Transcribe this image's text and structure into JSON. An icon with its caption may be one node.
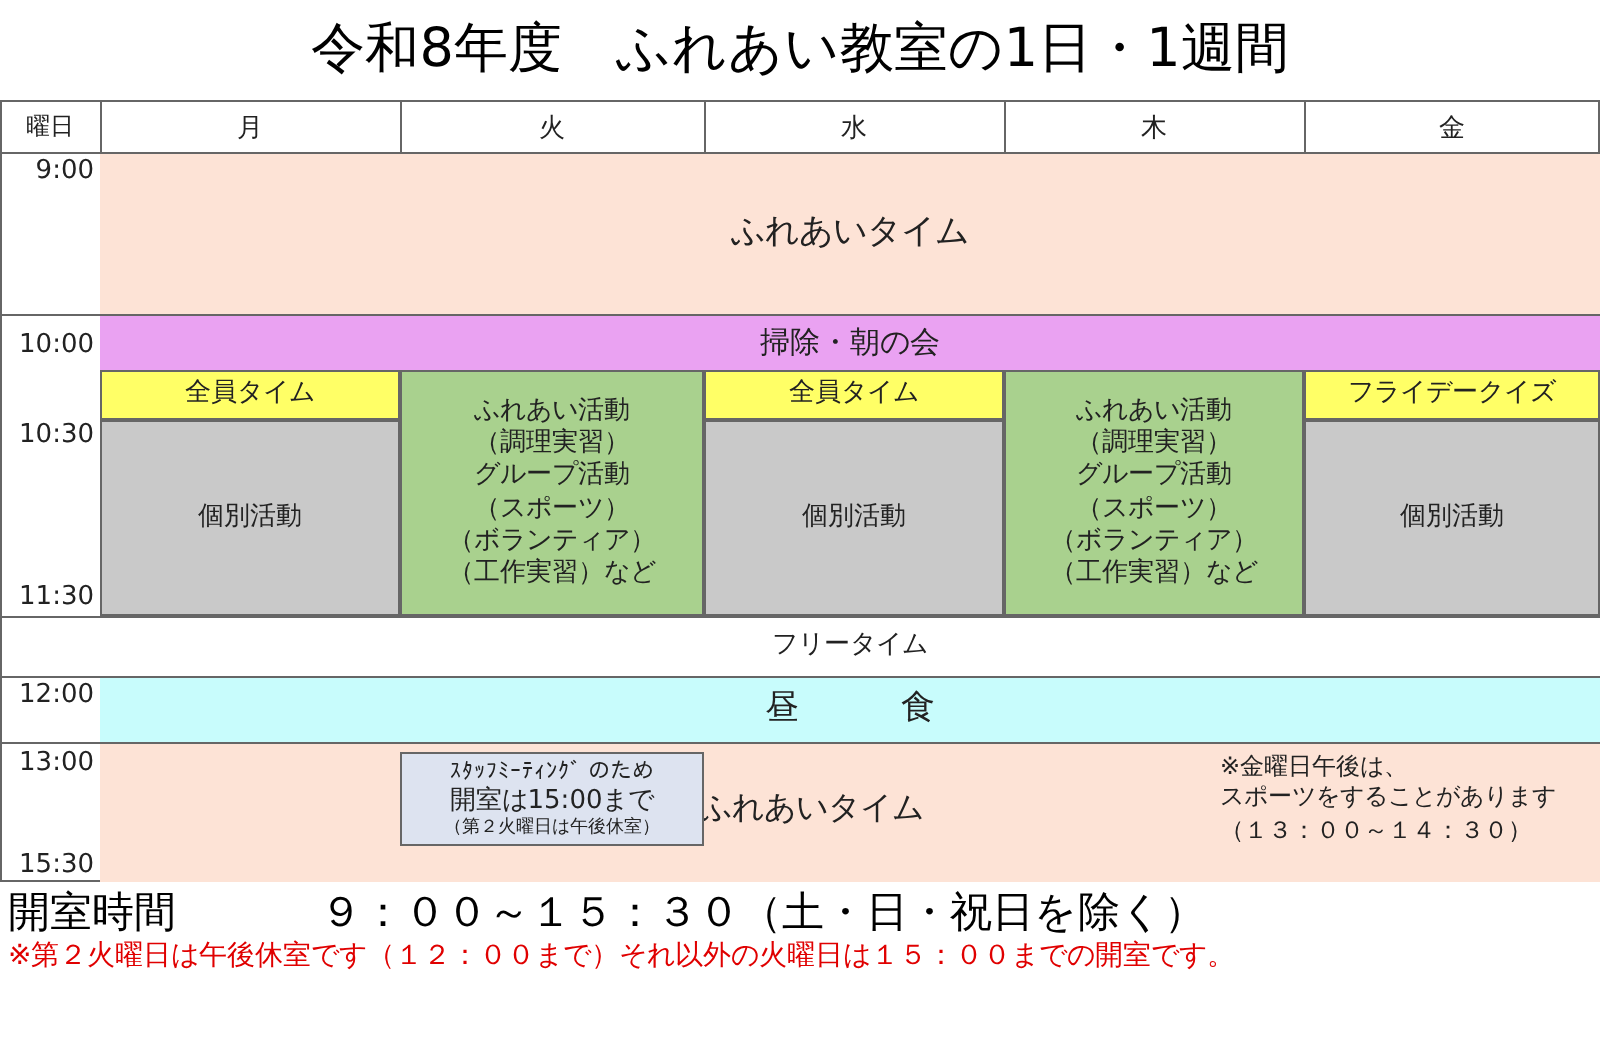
{
  "diagram": {
    "title": "令和8年度　ふれあい教室の1日・1週間",
    "nodes": [
      {
        "text": [
          "ふれあいタイム"
        ]
      },
      {
        "text": [
          "掃除・朝の会"
        ]
      },
      {
        "text": [
          "全員タイム"
        ]
      },
      {
        "text": [
          "個別活動"
        ]
      },
      {
        "text": [
          "ふれあい活動",
          "（調理実習）",
          "グループ活動",
          "（スポーツ）",
          "（ボランティア）",
          "（工作実習）など"
        ]
      },
      {
        "text": [
          "全員タイム"
        ]
      },
      {
        "text": [
          "個別活動"
        ]
      },
      {
        "text": [
          "ふれあい活動",
          "（調理実習）",
          "グループ活動",
          "（スポーツ）",
          "（ボランティア）",
          "（工作実習）など"
        ]
      },
      {
        "text": [
          "フライデークイズ"
        ]
      },
      {
        "text": [
          "個別活動"
        ]
      },
      {
        "text": [
          "フリータイム"
        ]
      },
      {
        "text": [
          "昼　　　食"
        ]
      },
      {
        "text": [
          "ふれあいタイム",
          "※金曜日午後は、",
          "スポーツをすることがあります",
          "（１３：００～１４：３０）"
        ]
      },
      {
        "text": [
          "ｽﾀｯﾌﾐｰﾃｨﾝｸﾞ のため",
          "開室は15:00まで",
          "（第２火曜日は午後休室）"
        ],
        "in": 12
      }
    ],
    "labels": [
      "曜日",
      "月",
      "火",
      "水",
      "木",
      "金",
      "9:00",
      "10:00",
      "10:30",
      "11:30",
      "12:00",
      "13:00",
      "15:30",
      "開室時間",
      "９：００～１５：３０（土・日・祝日を除く）",
      "※第２火曜日は午後休室です（１２：００まで）それ以外の火曜日は１５：００までの開室です。"
    ]
  }
}
